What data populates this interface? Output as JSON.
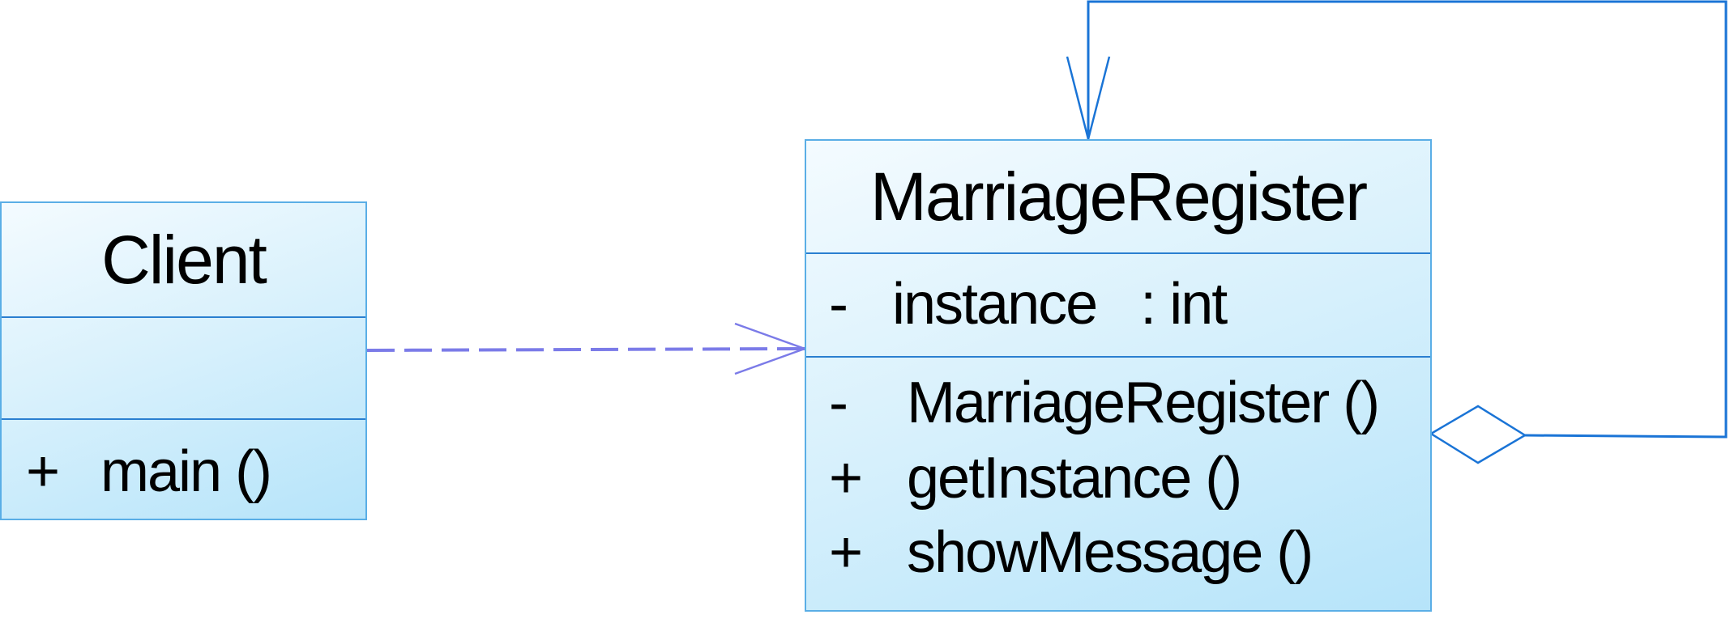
{
  "classes": {
    "client": {
      "name": "Client",
      "attributes": [],
      "operations": [
        {
          "visibility": "+",
          "label": "main ()"
        }
      ]
    },
    "marriage_register": {
      "name": "MarriageRegister",
      "attributes": [
        {
          "visibility": "-",
          "label": "instance   : int"
        }
      ],
      "operations": [
        {
          "visibility": "-",
          "label": "MarriageRegister ()"
        },
        {
          "visibility": "+",
          "label": "getInstance ()"
        },
        {
          "visibility": "+",
          "label": "showMessage ()"
        }
      ]
    }
  },
  "relationships": [
    {
      "type": "dependency",
      "from": "Client",
      "to": "MarriageRegister",
      "style": "dashed",
      "color": "#7b7be8"
    },
    {
      "type": "aggregation",
      "from": "MarriageRegister",
      "to": "MarriageRegister",
      "style": "solid",
      "color": "#1a74d6"
    }
  ],
  "colors": {
    "class_border": "#5aaee6",
    "divider": "#2a7fd0",
    "fill_top": "#f4fbff",
    "fill_bottom": "#b6e4fa"
  }
}
